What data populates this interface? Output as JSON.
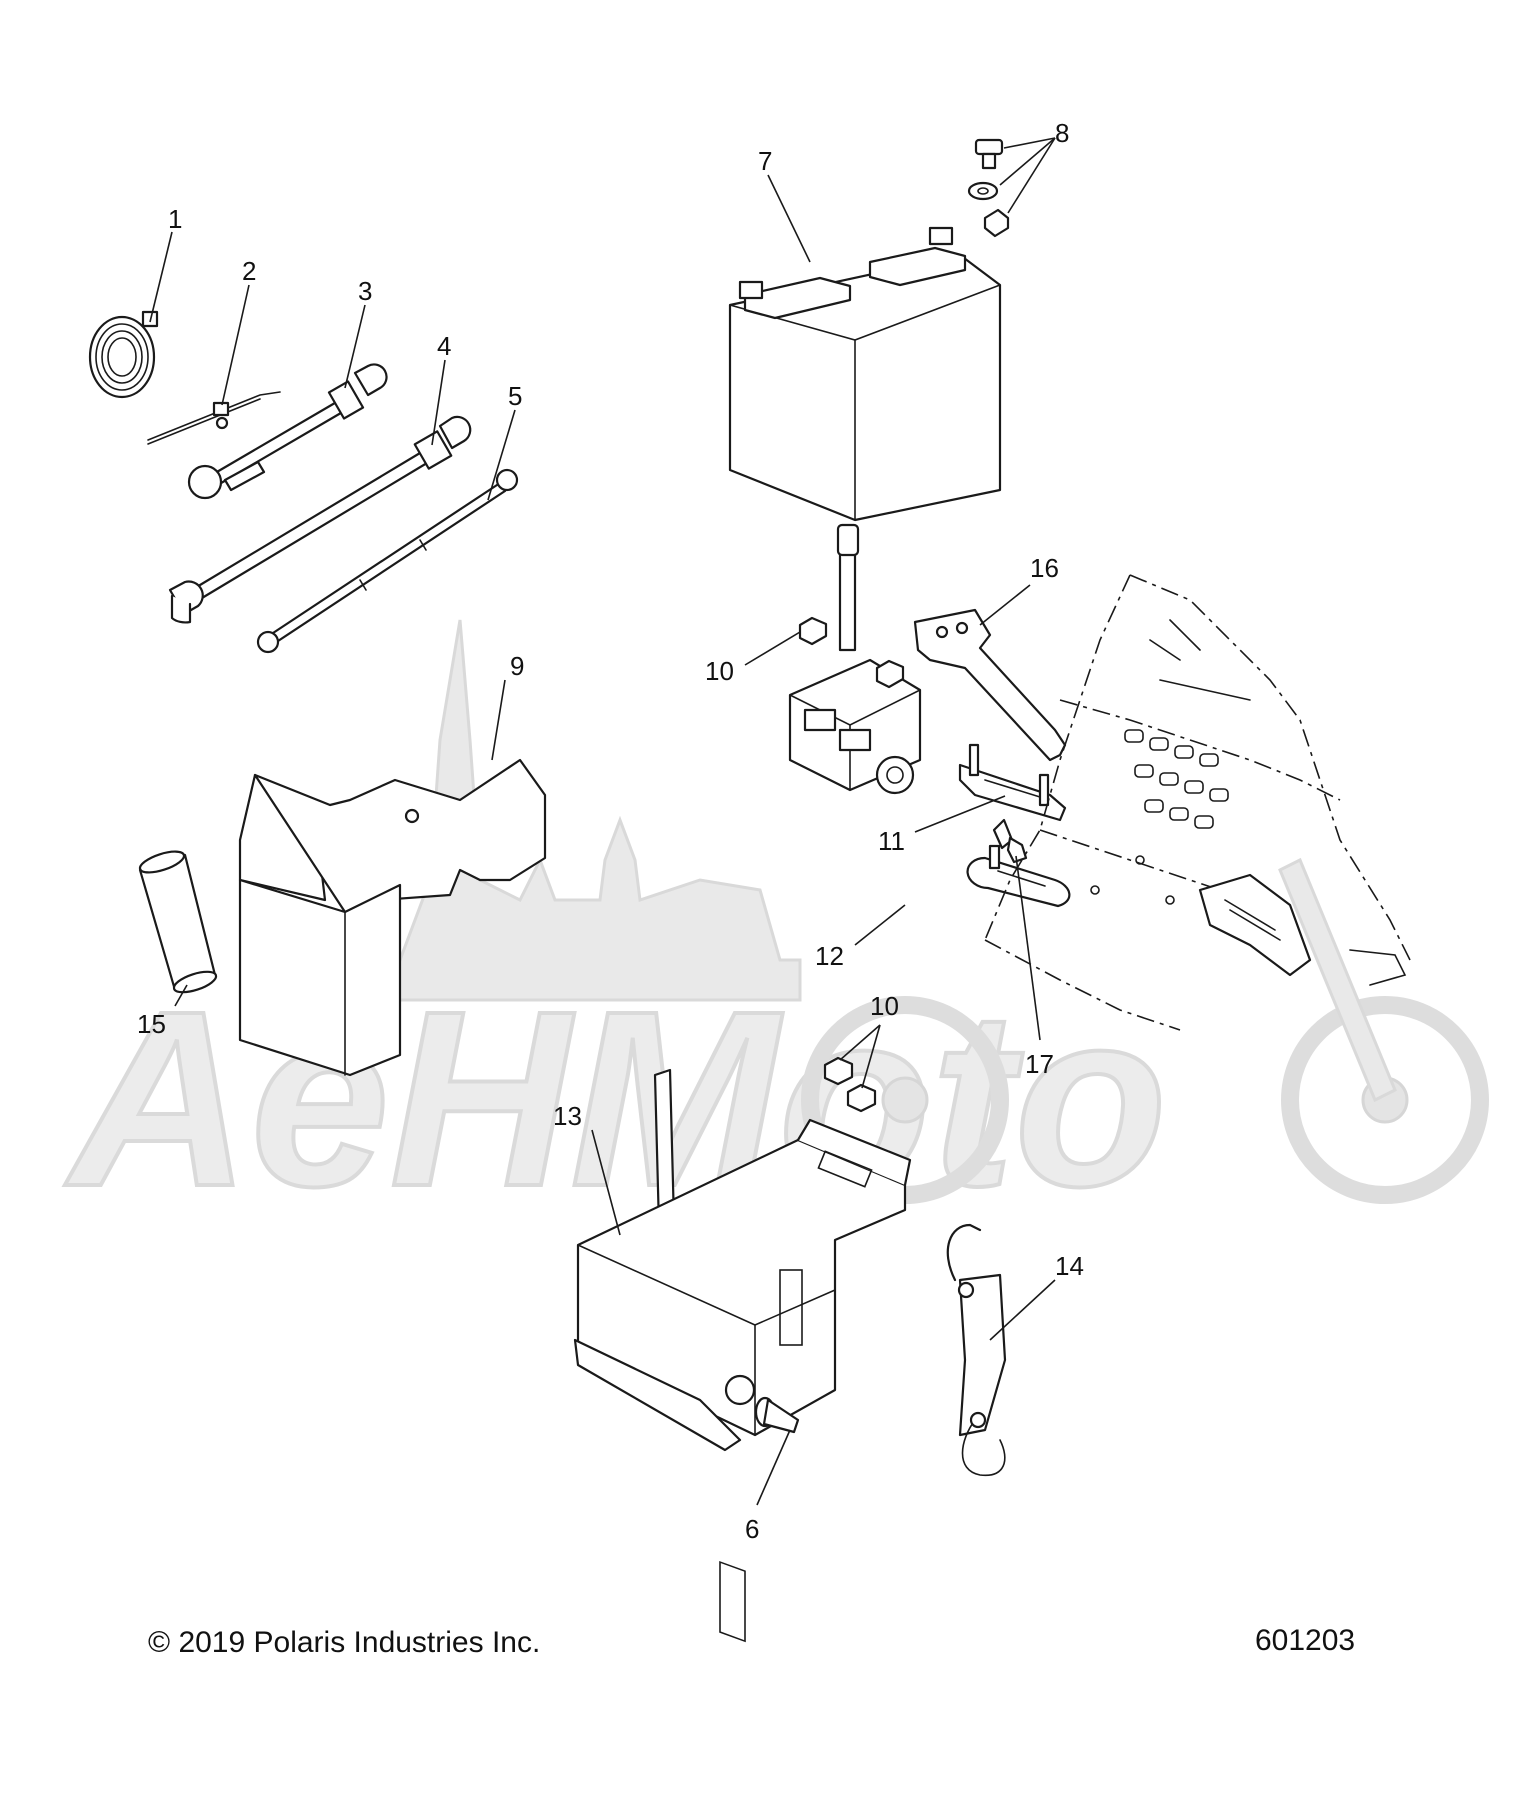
{
  "callouts": {
    "c1": "1",
    "c2": "2",
    "c3": "3",
    "c4": "4",
    "c5": "5",
    "c6": "6",
    "c7": "7",
    "c8": "8",
    "c9": "9",
    "c10a": "10",
    "c10b": "10",
    "c11": "11",
    "c12": "12",
    "c13": "13",
    "c14": "14",
    "c15": "15",
    "c16": "16",
    "c17": "17"
  },
  "footer": {
    "copyright": "© 2019 Polaris Industries Inc.",
    "figure_number": "601203"
  },
  "watermark": {
    "text": "AeHMoto"
  }
}
